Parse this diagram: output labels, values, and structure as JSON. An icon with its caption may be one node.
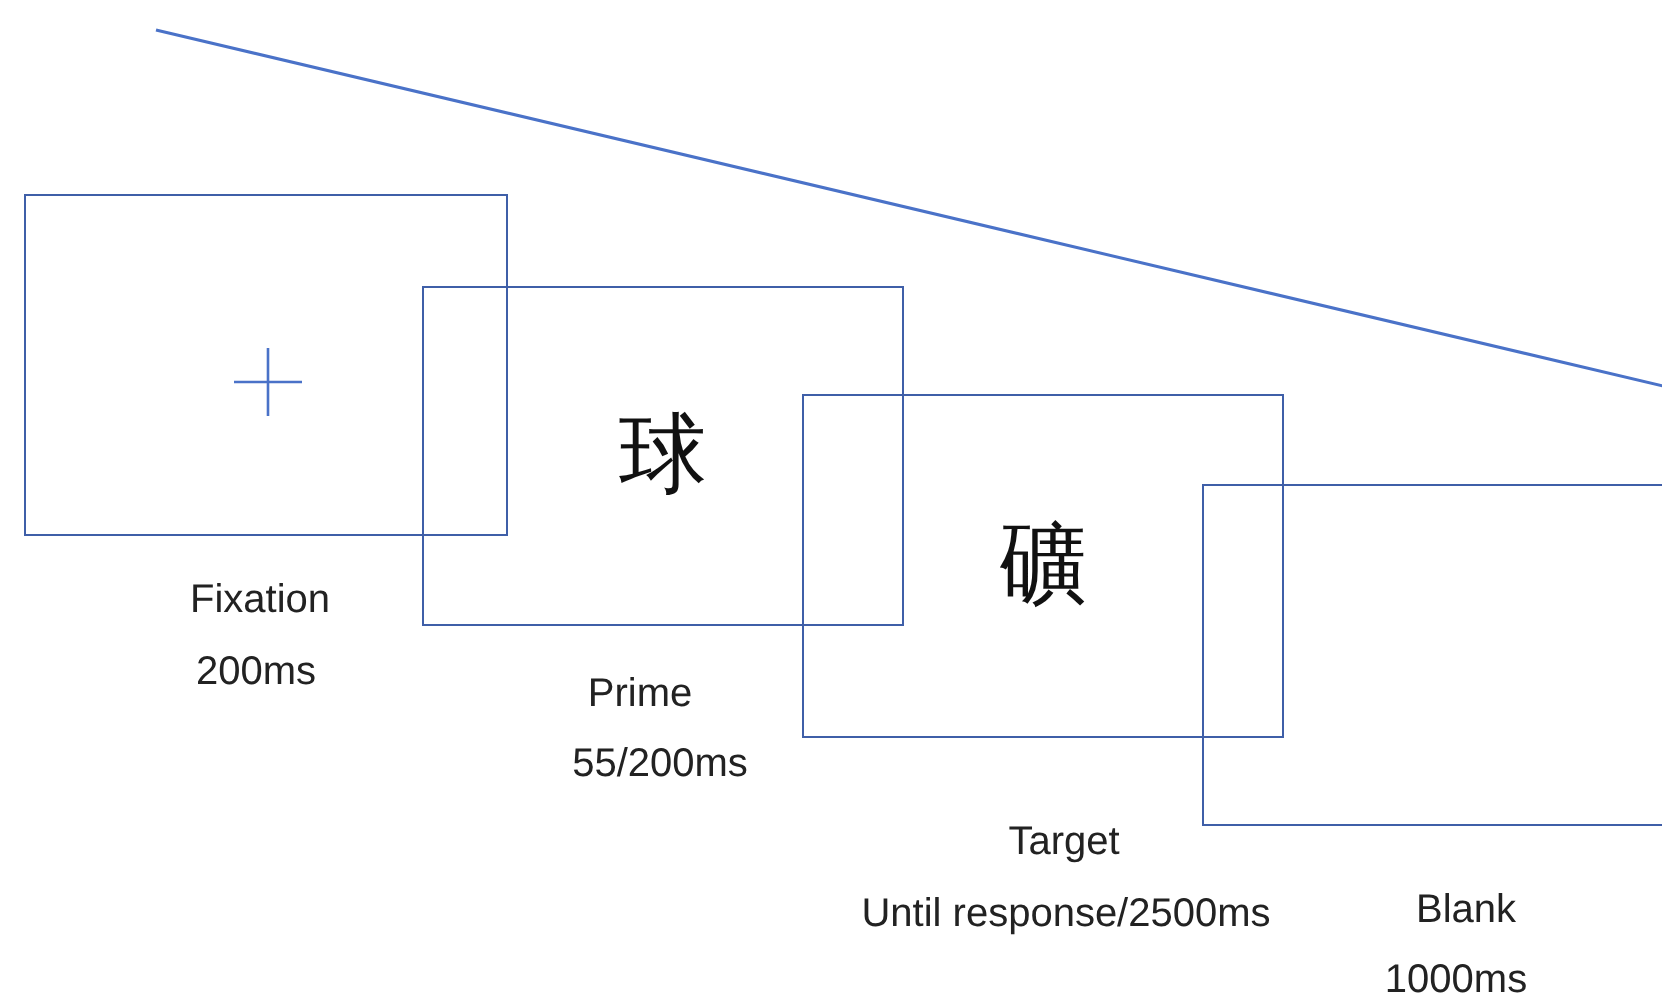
{
  "diagram": {
    "nodes": [
      {
        "text": [],
        "shape": "box",
        "beside": [
          "Fixation",
          "200ms"
        ]
      },
      {
        "text": [
          "球"
        ],
        "beside": [
          "Prime",
          "55/200ms"
        ]
      },
      {
        "text": [
          "礦"
        ],
        "beside": [
          "Target",
          "Until response/2500ms"
        ]
      },
      {
        "text": [],
        "shape": "box",
        "beside": [
          "Blank",
          "1000ms"
        ]
      }
    ]
  }
}
